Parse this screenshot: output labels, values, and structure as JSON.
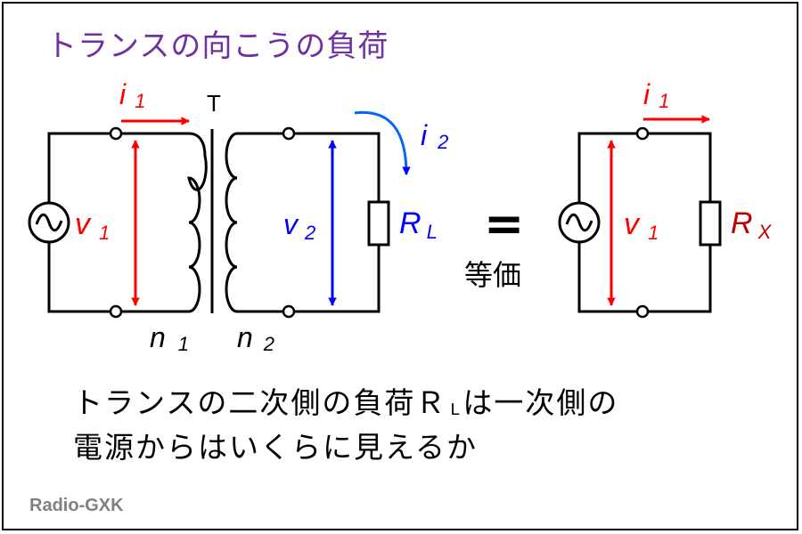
{
  "title": "トランスの向こうの負荷",
  "transformer": {
    "name": "T",
    "primary_current": {
      "symbol": "i",
      "subscript": "1"
    },
    "secondary_current": {
      "symbol": "i",
      "subscript": "2"
    },
    "primary_voltage": {
      "symbol": "v",
      "subscript": "1"
    },
    "secondary_voltage": {
      "symbol": "v",
      "subscript": "2"
    },
    "primary_turns": {
      "symbol": "n",
      "subscript": "1"
    },
    "secondary_turns": {
      "symbol": "n",
      "subscript": "2"
    },
    "load": {
      "symbol": "R",
      "subscript": "L"
    }
  },
  "equivalence": {
    "sign": "=",
    "label": "等価"
  },
  "equivalent_circuit": {
    "current": {
      "symbol": "i",
      "subscript": "1"
    },
    "voltage": {
      "symbol": "v",
      "subscript": "1"
    },
    "load": {
      "symbol": "R",
      "subscript": "X"
    }
  },
  "caption": {
    "line1_pre": "トランスの二次側の負荷Ｒ",
    "line1_sub": "L",
    "line1_post": "は一次側の",
    "line2": "電源からはいくらに見えるか"
  },
  "credit": "Radio-GXK",
  "colors": {
    "title": "#7030a0",
    "primary": "#ff0000",
    "secondary": "#0000ff",
    "equiv_load": "#c00000",
    "wire": "#000000",
    "credit": "#808080"
  }
}
